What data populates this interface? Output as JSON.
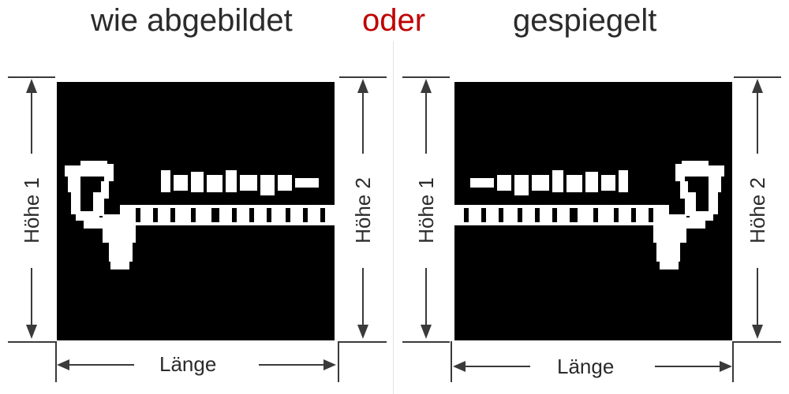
{
  "header": {
    "left_title": "wie abgebildet",
    "middle_word": "oder",
    "right_title": "gespiegelt"
  },
  "colors": {
    "text": "#2b2b2b",
    "accent": "#c00000",
    "panel": "#000000",
    "logo": "#ffffff",
    "lines": "#3a3a3a"
  },
  "left_panel": {
    "variant": "as-shown",
    "height_left_label": "Höhe 1",
    "height_right_label": "Höhe 2",
    "length_label": "Länge"
  },
  "right_panel": {
    "variant": "mirrored",
    "height_left_label": "Höhe 1",
    "height_right_label": "Höhe 2",
    "length_label": "Länge"
  }
}
